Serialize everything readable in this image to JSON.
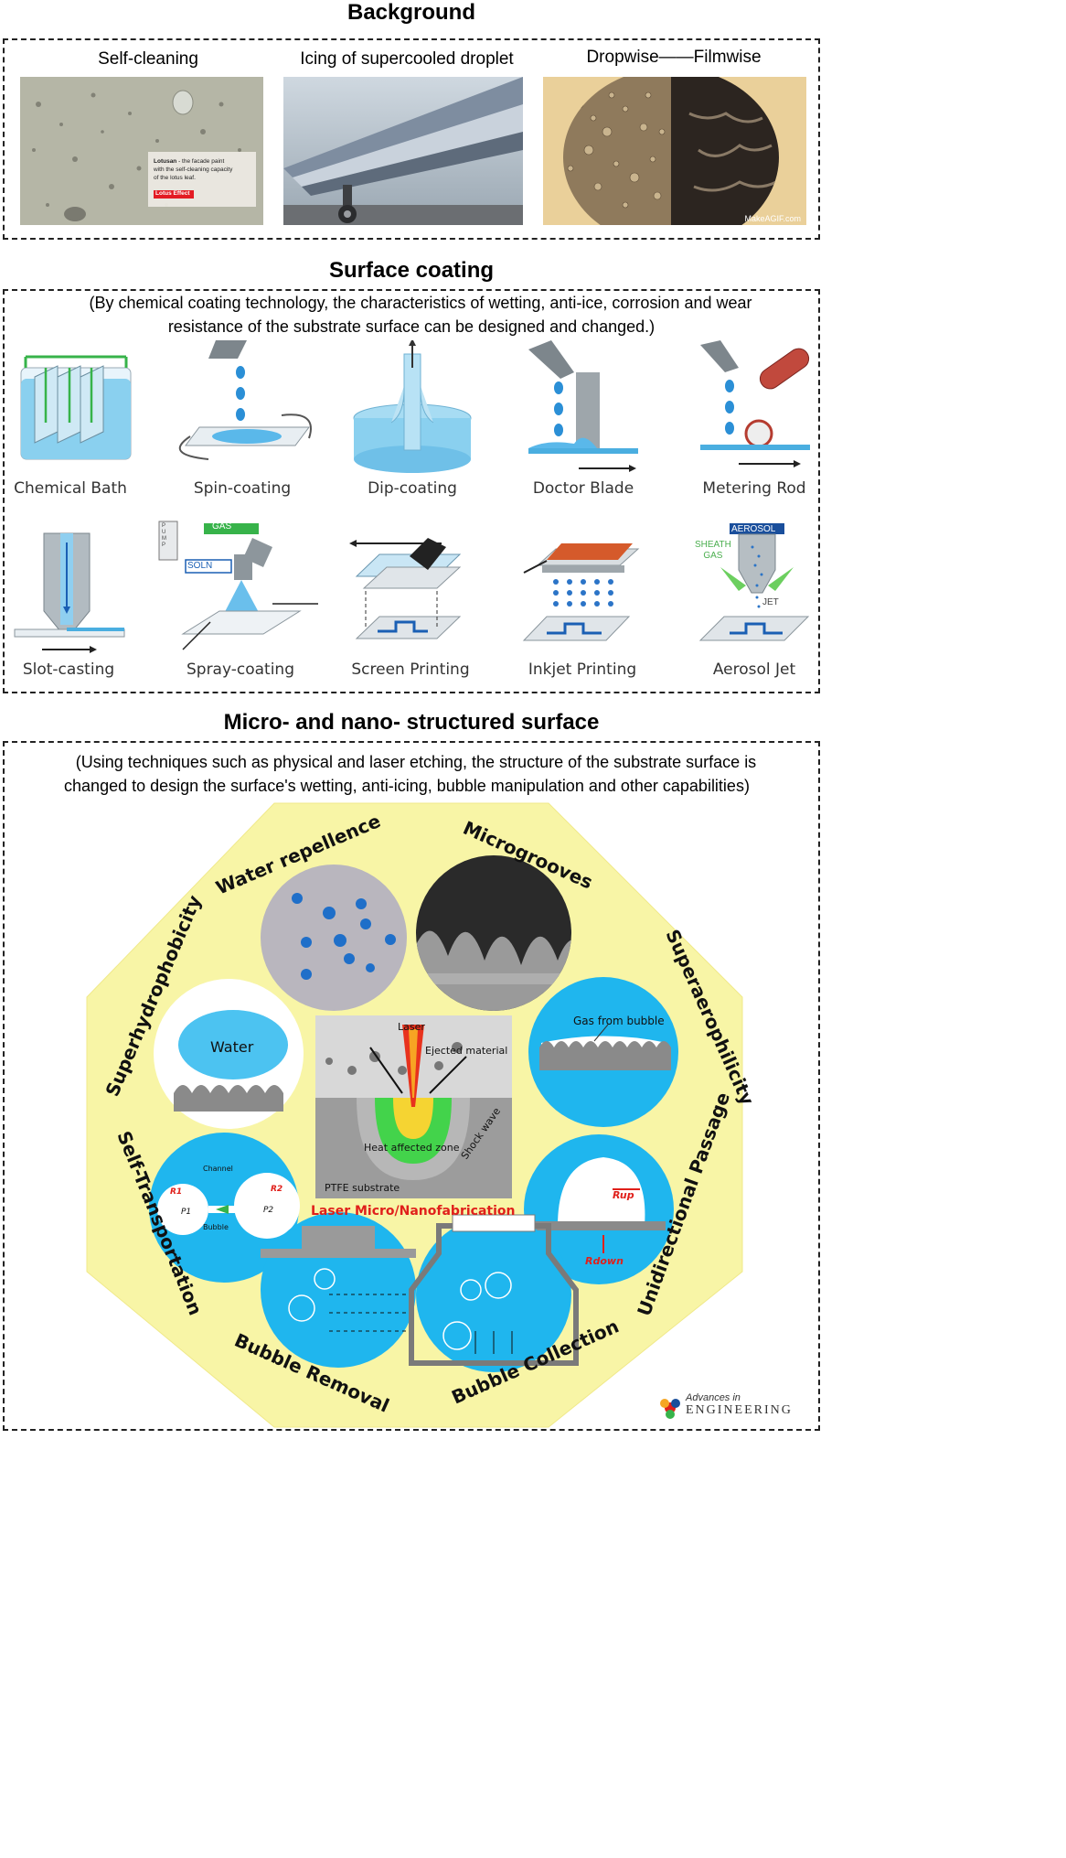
{
  "background": {
    "title": "Background",
    "photos": [
      {
        "caption": "Self-cleaning",
        "overlay_title": "Lotusan",
        "overlay_text_1": " - the facade paint",
        "overlay_text_2": "with the self-cleaning capacity",
        "overlay_text_3": "of the lotus leaf.",
        "overlay_badge": "Lotus Effect"
      },
      {
        "caption": "Icing of supercooled droplet"
      },
      {
        "caption": "Dropwise——Filmwise",
        "watermark": "MakeAGIF.com"
      }
    ]
  },
  "surface_coating": {
    "title": "Surface coating",
    "description_line1": "(By chemical coating technology, the characteristics of wetting, anti-ice, corrosion and wear",
    "description_line2": "resistance of the substrate surface can be designed and changed.)",
    "methods": [
      {
        "label": "Chemical Bath"
      },
      {
        "label": "Spin-coating"
      },
      {
        "label": "Dip-coating"
      },
      {
        "label": "Doctor Blade"
      },
      {
        "label": "Metering Rod"
      },
      {
        "label": "Slot-casting"
      },
      {
        "label": "Spray-coating",
        "tag_gas": "GAS",
        "tag_soln": "SOLN",
        "tag_pump": "PUMP"
      },
      {
        "label": "Screen Printing"
      },
      {
        "label": "Inkjet Printing"
      },
      {
        "label": "Aerosol Jet",
        "tag_aerosol": "AEROSOL",
        "tag_sheath_1": "SHEATH",
        "tag_sheath_2": "GAS",
        "tag_jet": "JET"
      }
    ]
  },
  "micro_nano": {
    "title": "Micro- and nano- structured surface",
    "description_line1": "(Using techniques such as physical and laser etching, the structure of the substrate surface is",
    "description_line2": "changed to design the surface's wetting, anti-icing, bubble manipulation and other capabilities)",
    "octagon_labels": {
      "water_repellence": "Water repellence",
      "microgrooves": "Microgrooves",
      "superaerophilicity": "Superaerophilicity",
      "unidirectional_passage": "Unidirectional Passage",
      "bubble_collection": "Bubble Collection",
      "bubble_removal": "Bubble Removal",
      "self_transportation": "Self-Transportation",
      "superhydrophobicity": "Superhydrophobicity"
    },
    "center": {
      "laser": "Laser",
      "ejected": "Ejected material",
      "heat_zone": "Heat affected zone",
      "shock": "Shock wave",
      "substrate": "PTFE substrate",
      "caption": "Laser Micro/Nanofabrication"
    },
    "inner": {
      "water": "Water",
      "gas_from_bubble": "Gas from bubble",
      "channel": "Channel",
      "bubble": "Bubble",
      "r1": "R1",
      "r2": "R2",
      "p1": "P1",
      "p2": "P2",
      "r_up": "Rup",
      "r_down": "Rdown"
    }
  },
  "logo": {
    "line1": "Advances in",
    "line2": "ENGINEERING"
  },
  "colors": {
    "yellow": "#f8f5a6",
    "blue": "#1fb6ee",
    "dark_blue": "#1a4f9c",
    "red": "#e0201b",
    "gray": "#9a9a9a"
  }
}
